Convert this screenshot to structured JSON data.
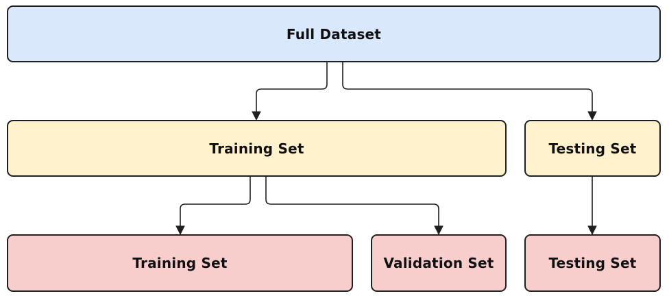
{
  "diagram": {
    "nodes": {
      "full_dataset": {
        "label": "Full Dataset",
        "color": "#dae8fc"
      },
      "training_set": {
        "label": "Training Set",
        "color": "#fff2cc"
      },
      "testing_set": {
        "label": "Testing Set",
        "color": "#fff2cc"
      },
      "training_subset": {
        "label": "Training Set",
        "color": "#f8cecc"
      },
      "validation_set": {
        "label": "Validation Set",
        "color": "#f8cecc"
      },
      "testing_set_final": {
        "label": "Testing Set",
        "color": "#f8cecc"
      }
    },
    "edges": [
      {
        "from": "full_dataset",
        "to": "training_set"
      },
      {
        "from": "full_dataset",
        "to": "testing_set"
      },
      {
        "from": "training_set",
        "to": "training_subset"
      },
      {
        "from": "training_set",
        "to": "validation_set"
      },
      {
        "from": "testing_set",
        "to": "testing_set_final"
      }
    ]
  }
}
